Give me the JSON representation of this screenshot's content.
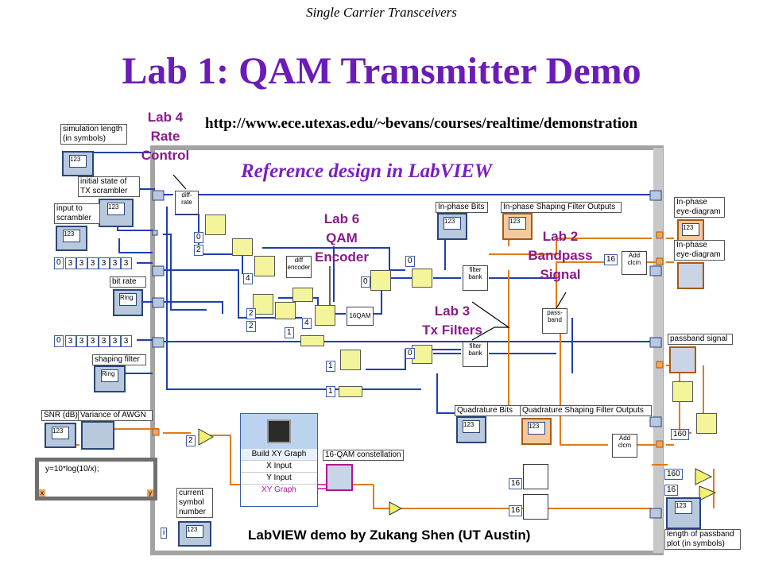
{
  "header": "Single Carrier Transceivers",
  "title": "Lab 1: QAM Transmitter Demo",
  "url": "http://www.ece.utexas.edu/~bevans/courses/realtime/demonstration",
  "reference_label": "Reference design in LabVIEW",
  "credit": "LabVIEW demo by Zukang Shen (UT Austin)",
  "callouts": {
    "lab4": [
      "Lab 4",
      "Rate",
      "Control"
    ],
    "lab6": [
      "Lab 6",
      "QAM",
      "Encoder"
    ],
    "lab2": [
      "Lab 2",
      "Bandpass",
      "Signal"
    ],
    "lab3": [
      "Lab 3",
      "Tx Filters"
    ]
  },
  "controls": {
    "simulation_length": "simulation length\n(in symbols)",
    "scrambler_state": "initial state of\nTX scrambler",
    "scrambler_input": "input to\nscrambler",
    "bit_rate": "bit rate",
    "shaping_filter": "shaping filter",
    "snr": "SNR (dB)",
    "awgn_variance": "Variance of AWGN",
    "current_symbol": "current\nsymbol\nnumber",
    "passband_length": "length of passband\nplot (in symbols)",
    "formula": "y=10*log(10/x);",
    "formula_x": "x",
    "formula_y": "y",
    "value_123": "123",
    "ring": "Ring",
    "array_index": "0",
    "array_values": [
      "3",
      "3",
      "3",
      "3",
      "3",
      "3"
    ]
  },
  "indicators": {
    "inphase_bits": "In-phase Bits",
    "inphase_shaping": "In-phase Shaping Filter Outputs",
    "inphase_eye1": "In-phase\neye-diagram",
    "inphase_eye2": "In-phase\neye-diagram",
    "passband_signal": "passband signal",
    "quadrature_bits": "Quadrature Bits",
    "quadrature_shaping": "Quadrature Shaping Filter Outputs",
    "constellation": "16-QAM constellation"
  },
  "blocks": {
    "diff_rate": "diff-\nrate",
    "diff_encoder": "diff\nencoder",
    "qam16": "16QAM",
    "filter_bank1": "filter\nbank",
    "filter_bank2": "filter\nbank",
    "pass_band": "pass-\nband",
    "add_clcm1": "Add\nclcm",
    "add_clcm2": "Add\nclcm"
  },
  "xy_graph": {
    "title": "Build XY Graph",
    "x_input": "X Input",
    "y_input": "Y Input",
    "output": "XY Graph"
  },
  "constants": {
    "c0a": "0",
    "c2a": "2",
    "c4a": "4",
    "c2b": "2",
    "c2c": "2",
    "c4b": "4",
    "c1a": "1",
    "c0b": "0",
    "c0c": "0",
    "c0d": "0",
    "c1b": "1",
    "c1c": "1",
    "c16a": "16",
    "c160a": "160",
    "c160b": "160",
    "c16b": "16",
    "c16c": "16",
    "c16d": "16",
    "c2d": "2",
    "ci": "i"
  },
  "colors": {
    "title": "#6a1bb8",
    "callout": "#8b1a8b",
    "wire_blue": "#1f3fb0",
    "wire_orange": "#e07b1a",
    "wire_pink": "#e040c0",
    "frame": "#a3a3a3"
  }
}
